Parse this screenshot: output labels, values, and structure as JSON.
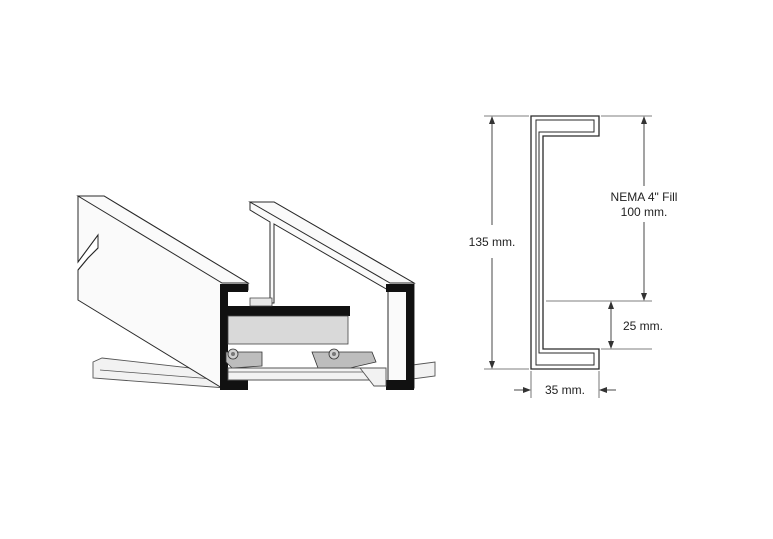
{
  "labels": {
    "height_total": "135 mm.",
    "fill_line1": "NEMA 4\" Fill",
    "fill_line2": "100 mm.",
    "lower_gap": "25 mm.",
    "depth": "35 mm."
  },
  "colors": {
    "frame": "#111111",
    "outline": "#2a2a2a",
    "background": "#ffffff"
  }
}
